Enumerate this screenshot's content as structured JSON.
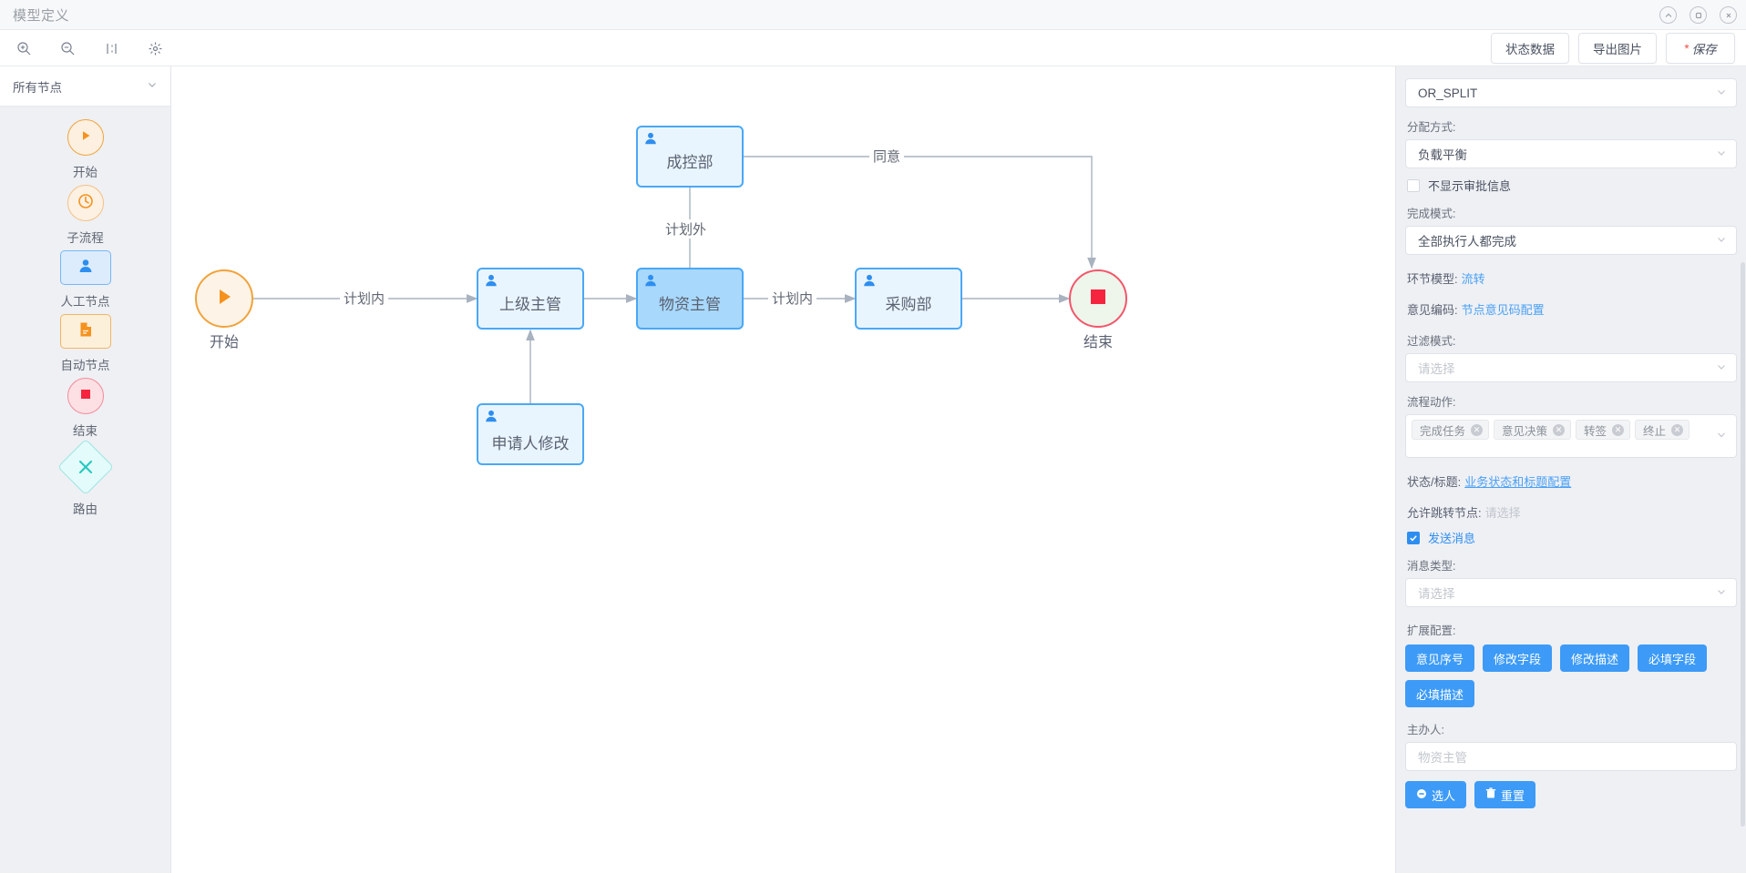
{
  "window": {
    "title": "模型定义",
    "controls": [
      {
        "name": "collapse-icon",
        "glyph": "^"
      },
      {
        "name": "maximize-icon",
        "glyph": "□"
      },
      {
        "name": "close-icon",
        "glyph": "✕"
      }
    ]
  },
  "toolbar": {
    "icons": [
      {
        "name": "zoom-in-icon"
      },
      {
        "name": "zoom-out-icon"
      },
      {
        "name": "align-icon"
      },
      {
        "name": "fit-screen-icon"
      }
    ],
    "actions": [
      {
        "name": "status-data-button",
        "label": "状态数据"
      },
      {
        "name": "export-image-button",
        "label": "导出图片"
      },
      {
        "name": "save-button",
        "label": "保存",
        "required_star": "*"
      }
    ]
  },
  "palette": {
    "header": "所有节点",
    "items": [
      {
        "label": "开始",
        "icon": "play-icon",
        "shape": "circle"
      },
      {
        "label": "子流程",
        "icon": "clock-icon",
        "shape": "circle"
      },
      {
        "label": "人工节点",
        "icon": "user-icon",
        "shape": "rect"
      },
      {
        "label": "自动节点",
        "icon": "document-icon",
        "shape": "rect"
      },
      {
        "label": "结束",
        "icon": "stop-icon",
        "shape": "circle"
      },
      {
        "label": "路由",
        "icon": "close-x-icon",
        "shape": "diamond"
      }
    ]
  },
  "canvas": {
    "nodes": [
      {
        "id": "start",
        "label": "",
        "caption": "开始",
        "type": "start-node"
      },
      {
        "id": "chengkong",
        "label": "成控部",
        "caption": "",
        "type": "human-node"
      },
      {
        "id": "shangji",
        "label": "上级主管",
        "caption": "",
        "type": "human-node"
      },
      {
        "id": "wuzi",
        "label": "物资主管",
        "caption": "",
        "type": "human-node",
        "selected": true
      },
      {
        "id": "caigou",
        "label": "采购部",
        "caption": "",
        "type": "human-node"
      },
      {
        "id": "shenqing",
        "label": "申请人修改",
        "caption": "",
        "type": "human-node"
      },
      {
        "id": "end",
        "label": "",
        "caption": "结束",
        "type": "end-node"
      }
    ],
    "edge_labels": [
      {
        "id": "e1",
        "text": "计划内"
      },
      {
        "id": "e2",
        "text": "计划外"
      },
      {
        "id": "e3",
        "text": "同意"
      },
      {
        "id": "e4",
        "text": "计划内"
      }
    ]
  },
  "panel": {
    "split_mode": {
      "value": "OR_SPLIT"
    },
    "assign_mode": {
      "label": "分配方式:",
      "value": "负载平衡"
    },
    "hide_approval": {
      "label": "不显示审批信息",
      "checked": false
    },
    "complete_mode": {
      "label": "完成模式:",
      "value": "全部执行人都完成"
    },
    "link_model": {
      "label": "环节模型:",
      "link": "流转"
    },
    "opinion_code": {
      "label": "意见编码:",
      "link": "节点意见码配置"
    },
    "filter_mode": {
      "label": "过滤模式:",
      "placeholder": "请选择"
    },
    "process_actions": {
      "label": "流程动作:",
      "tags": [
        "完成任务",
        "意见决策",
        "转签",
        "终止"
      ]
    },
    "status_title": {
      "label": "状态/标题:",
      "link": "业务状态和标题配置"
    },
    "allow_jump": {
      "label": "允许跳转节点:",
      "placeholder": "请选择"
    },
    "send_message": {
      "label": "发送消息",
      "checked": true
    },
    "message_type": {
      "label": "消息类型:",
      "placeholder": "请选择"
    },
    "extension": {
      "label": "扩展配置:",
      "buttons": [
        "意见序号",
        "修改字段",
        "修改描述",
        "必填字段",
        "必填描述"
      ]
    },
    "owner": {
      "label": "主办人:",
      "placeholder": "物资主管",
      "pick_button": "选人",
      "reset_button": "重置"
    }
  },
  "colors": {
    "accent": "#3d9bf7",
    "start": "#f0a33c",
    "end": "#f2566b",
    "node_border": "#4aa8f5",
    "selected_fill": "#a8d8fb",
    "route": "#9de5e2"
  }
}
